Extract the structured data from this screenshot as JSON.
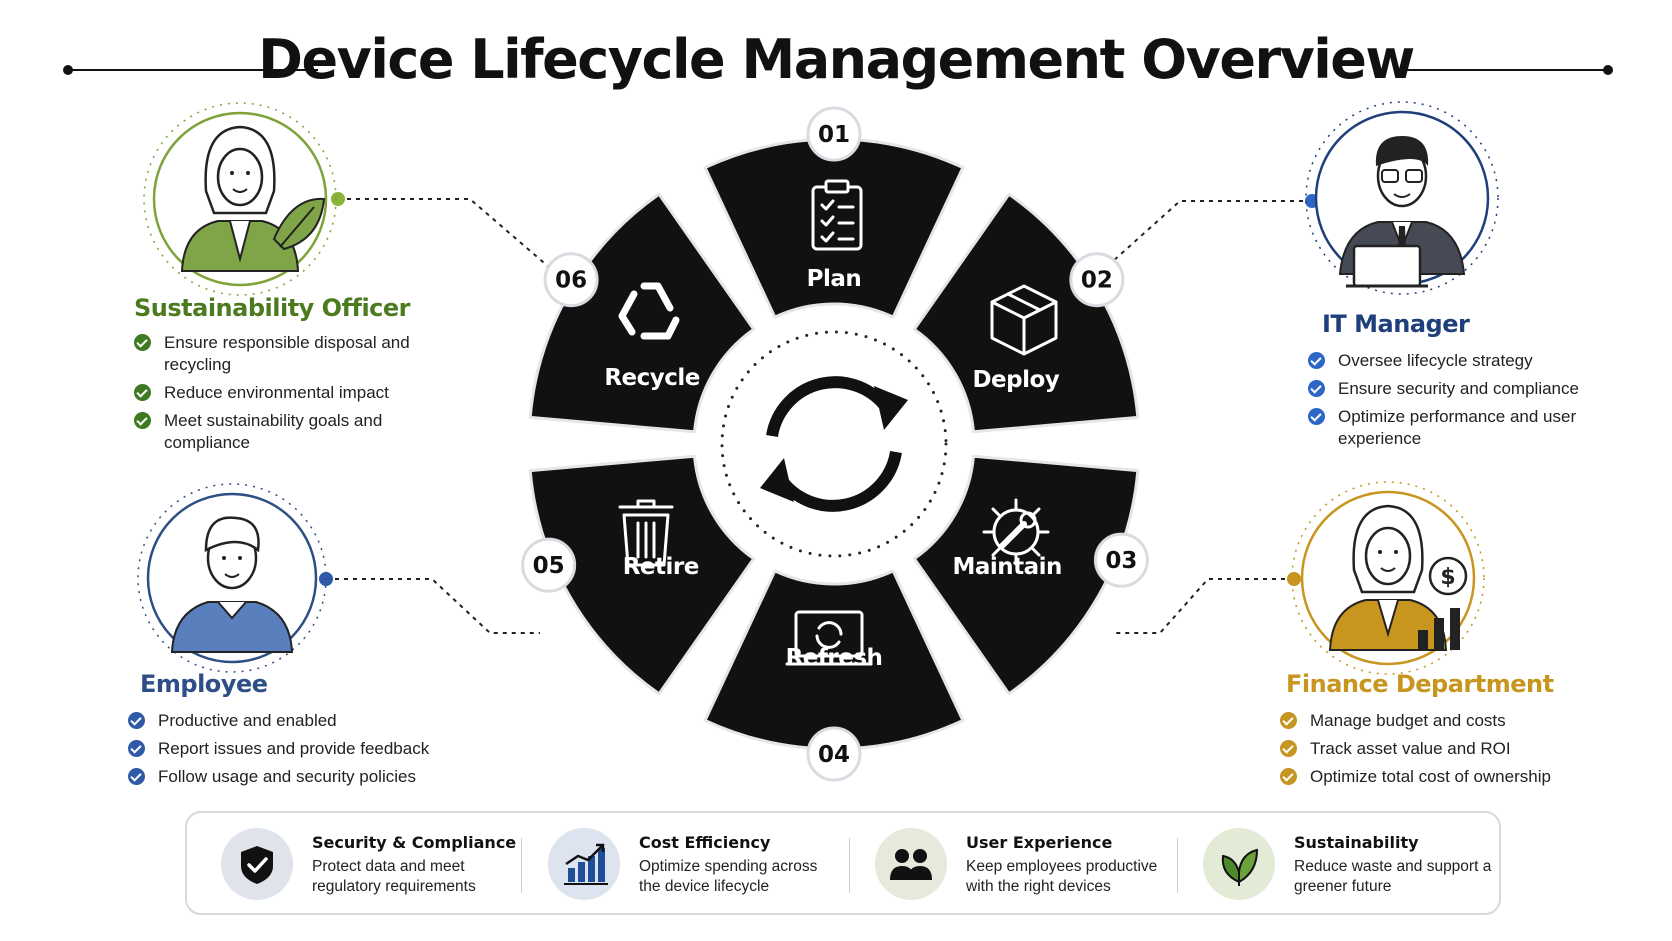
{
  "title": "Device Lifecycle Management Overview",
  "colors": {
    "segment": "#111111",
    "sustainability": "#4c7a1f",
    "it_manager": "#1f3f7a",
    "employee": "#2e4f86",
    "finance": "#c8951e",
    "check_green": "#3e7a22",
    "check_blue": "#2d66c4",
    "check_navy": "#2e5aa8",
    "check_gold": "#c79522"
  },
  "lifecycle": {
    "steps": [
      {
        "num": "01",
        "label": "Plan",
        "icon": "clipboard-checklist-icon"
      },
      {
        "num": "02",
        "label": "Deploy",
        "icon": "box-icon"
      },
      {
        "num": "03",
        "label": "Maintain",
        "icon": "gear-wrench-icon"
      },
      {
        "num": "04",
        "label": "Refresh",
        "icon": "laptop-refresh-icon"
      },
      {
        "num": "05",
        "label": "Retire",
        "icon": "trash-icon"
      },
      {
        "num": "06",
        "label": "Recycle",
        "icon": "recycle-icon"
      }
    ],
    "center_icon": "refresh-arrows-icon"
  },
  "stakeholders": {
    "sustainability": {
      "title": "Sustainability Officer",
      "avatar": "woman-with-leaf-avatar",
      "items": [
        "Ensure responsible disposal and recycling",
        "Reduce environmental impact",
        "Meet sustainability goals and compliance"
      ]
    },
    "it_manager": {
      "title": "IT Manager",
      "avatar": "man-with-laptop-avatar",
      "items": [
        "Oversee lifecycle strategy",
        "Ensure security and compliance",
        "Optimize performance and user experience"
      ]
    },
    "employee": {
      "title": "Employee",
      "avatar": "employee-avatar",
      "items": [
        "Productive and enabled",
        "Report issues and provide feedback",
        "Follow usage and security policies"
      ]
    },
    "finance": {
      "title": "Finance Department",
      "avatar": "woman-with-dollar-chart-avatar",
      "items": [
        "Manage budget and costs",
        "Track asset value and ROI",
        "Optimize total cost of ownership"
      ]
    }
  },
  "benefits": [
    {
      "title": "Security & Compliance",
      "desc": "Protect data and meet regulatory requirements",
      "icon": "shield-check-icon",
      "bg": "#dfe3ea"
    },
    {
      "title": "Cost Efficiency",
      "desc": "Optimize spending across the device lifecycle",
      "icon": "bar-chart-icon",
      "bg": "#dde4ef"
    },
    {
      "title": "User Experience",
      "desc": "Keep employees productive with the right devices",
      "icon": "users-icon",
      "bg": "#e6e9dc"
    },
    {
      "title": "Sustainability",
      "desc": "Reduce waste and support a greener future",
      "icon": "leaf-icon",
      "bg": "#e3ead6"
    }
  ]
}
